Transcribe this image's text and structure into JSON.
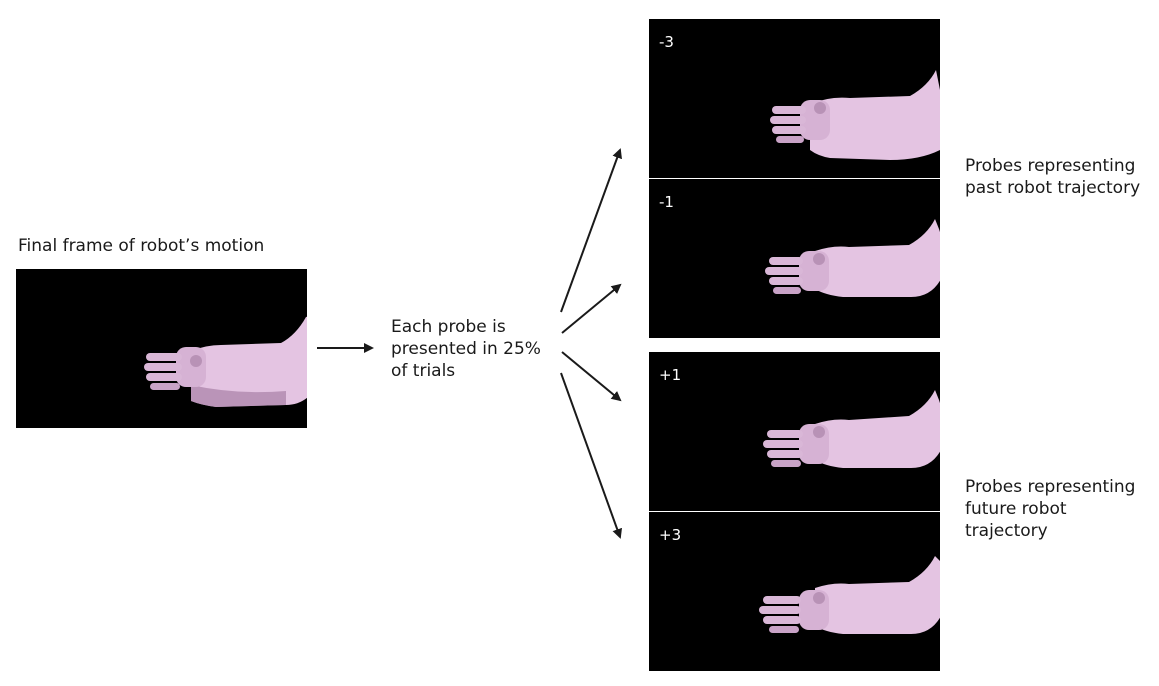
{
  "final_frame": {
    "caption": "Final frame of robot’s motion"
  },
  "middle": {
    "caption_lines": [
      "Each probe is",
      "presented in 25%",
      "of trials"
    ]
  },
  "probes": [
    {
      "label": "-3"
    },
    {
      "label": "-1"
    },
    {
      "label": "+1"
    },
    {
      "label": "+3"
    }
  ],
  "groups": {
    "past": {
      "lines": [
        "Probes representing",
        "past robot trajectory"
      ]
    },
    "future": {
      "lines": [
        "Probes representing",
        "future robot",
        "trajectory"
      ]
    }
  },
  "colors": {
    "arm": "#e4c4e2",
    "arm_shadow": "#a880a6",
    "frame_bg": "#000000",
    "arrow": "#1a1a1a"
  }
}
